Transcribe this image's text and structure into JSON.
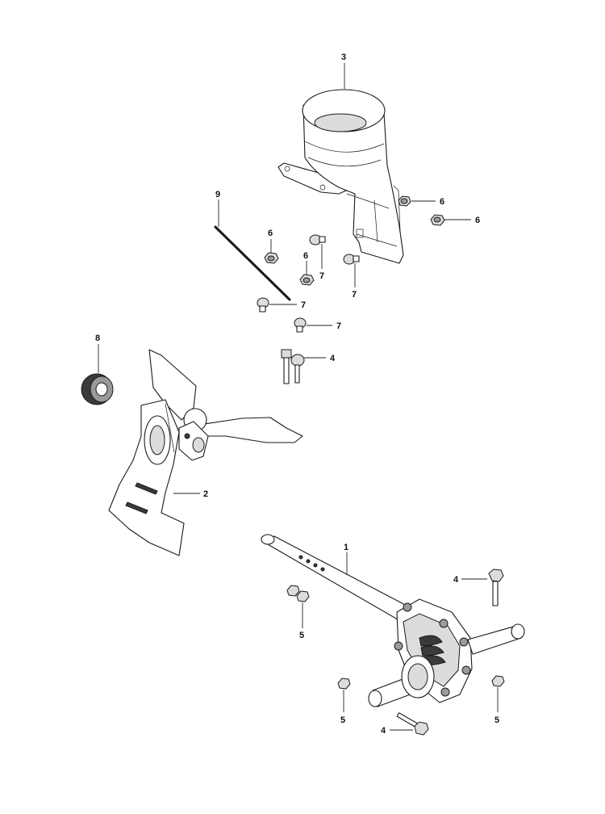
{
  "callouts": {
    "c1": "1",
    "c2": "2",
    "c3": "3",
    "c4a": "4",
    "c4b": "4",
    "c4c": "4",
    "c5a": "5",
    "c5b": "5",
    "c5c": "5",
    "c6a": "6",
    "c6b": "6",
    "c6c": "6",
    "c6d": "6",
    "c7a": "7",
    "c7b": "7",
    "c7c": "7",
    "c7d": "7",
    "c8": "8",
    "c9": "9"
  },
  "colors": {
    "line": "#1a1a1a",
    "background": "#ffffff"
  }
}
